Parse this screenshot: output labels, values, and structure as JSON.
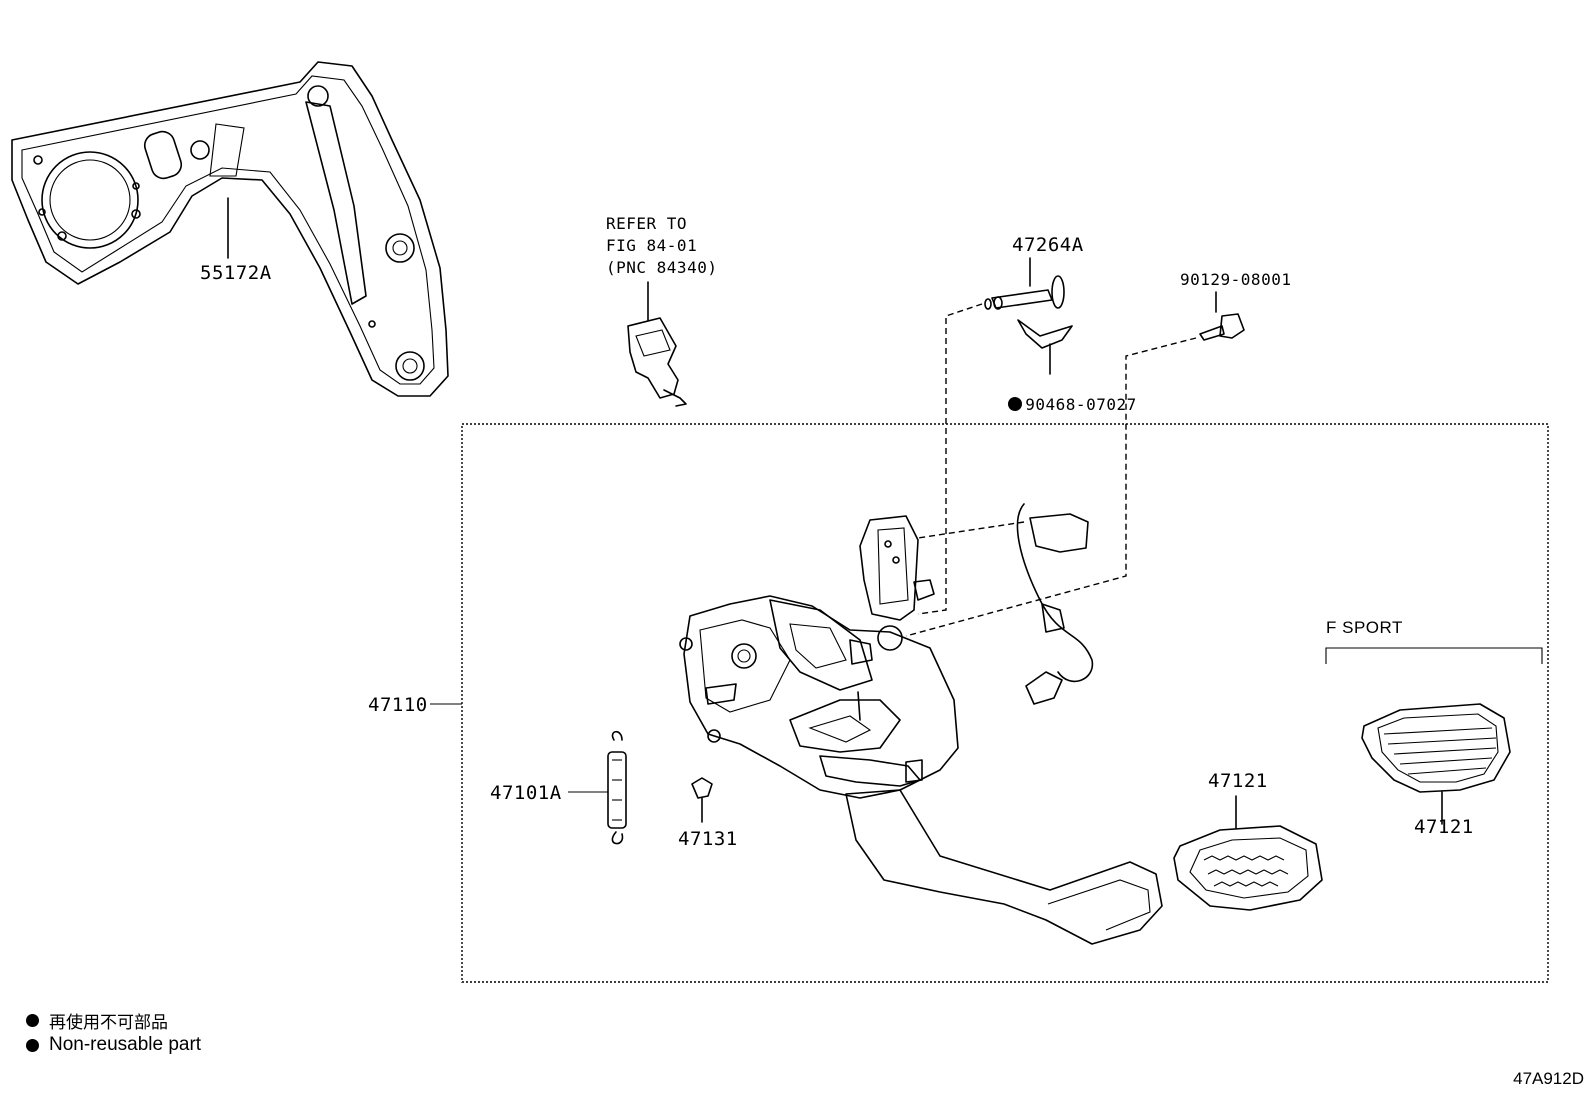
{
  "diagram": {
    "parts": {
      "bracket": "55172A",
      "refer_line1": "REFER TO",
      "refer_line2": "FIG 84-01",
      "refer_line3": "(PNC 84340)",
      "pin": "47264A",
      "bolt": "90129-08001",
      "clip": "90468-07027",
      "pedal_assy": "47110",
      "spring": "47101A",
      "cushion": "47131",
      "pad_standard": "47121",
      "pad_sport": "47121",
      "sport_group": "F SPORT"
    },
    "legend": {
      "jp": "再使用不可部品",
      "en": "Non-reusable part"
    },
    "figure_code": "47A912D"
  }
}
